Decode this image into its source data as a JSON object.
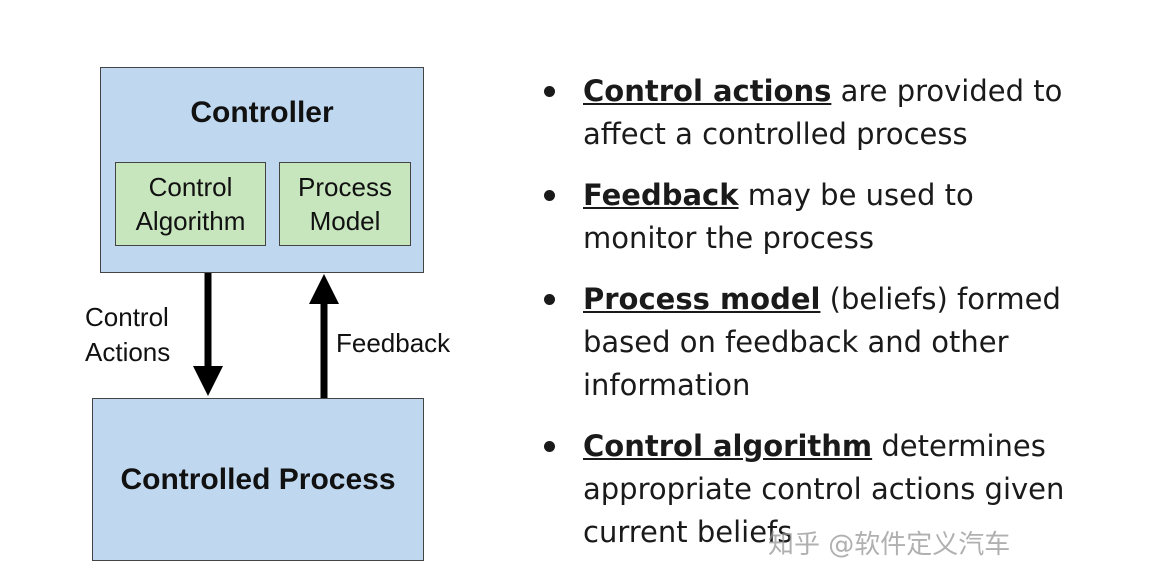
{
  "diagram": {
    "controller_title": "Controller",
    "control_algorithm": [
      "Control",
      "Algorithm"
    ],
    "process_model": [
      "Process",
      "Model"
    ],
    "controlled_process": "Controlled Process",
    "control_actions_label": [
      "Control",
      "Actions"
    ],
    "feedback_label": "Feedback",
    "colors": {
      "box_blue": "#c0d8ef",
      "box_green": "#c7e6bd",
      "border": "#444444"
    }
  },
  "bullets": [
    {
      "term": "Control actions",
      "line1": " are provided to",
      "line2": "affect a controlled process"
    },
    {
      "term": "Feedback",
      "line1": " may be used to",
      "line2": "monitor the process"
    },
    {
      "term": "Process model",
      "line1": " (beliefs) formed",
      "line2": "based on feedback and other",
      "line3": "information"
    },
    {
      "term": "Control algorithm",
      "line1": " determines",
      "line2": "appropriate control actions given",
      "line3": "current beliefs"
    }
  ],
  "watermark": "知乎 @软件定义汽车"
}
